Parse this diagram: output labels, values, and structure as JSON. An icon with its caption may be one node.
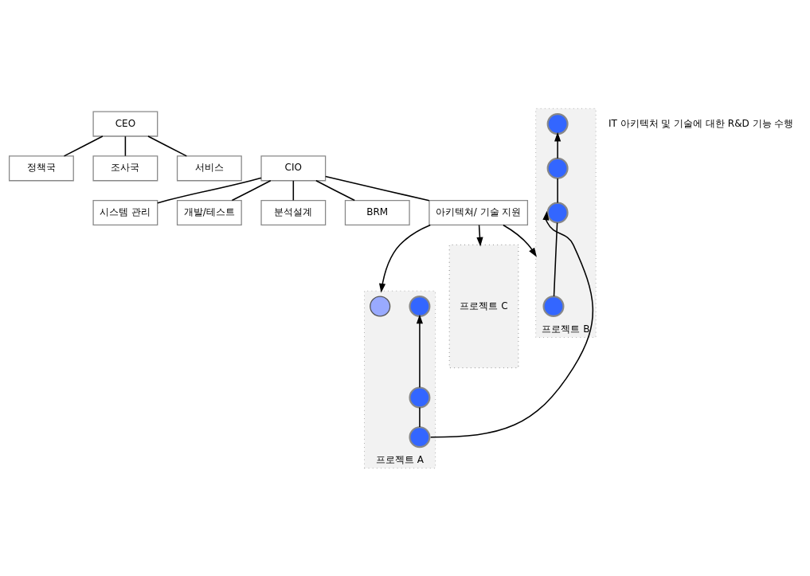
{
  "diagram": {
    "nodes": [
      {
        "text": [
          "CEO"
        ]
      },
      {
        "text": [
          "정책국"
        ]
      },
      {
        "text": [
          "조사국"
        ]
      },
      {
        "text": [
          "서비스"
        ]
      },
      {
        "text": [
          "CIO"
        ]
      },
      {
        "text": [
          "시스템 관리"
        ]
      },
      {
        "text": [
          "개발/테스트"
        ]
      },
      {
        "text": [
          "분석설계"
        ]
      },
      {
        "text": [
          "BRM"
        ]
      },
      {
        "text": [
          "아키텍쳐/ 기술 지원"
        ]
      },
      {
        "text": [
          "프로젝트 A"
        ]
      },
      {
        "text": [],
        "shape": "circle",
        "in": 10
      },
      {
        "text": [],
        "shape": "circle",
        "in": 10
      },
      {
        "text": [],
        "shape": "circle",
        "in": 10
      },
      {
        "text": [],
        "shape": "circle",
        "in": 10
      },
      {
        "text": [
          "프로젝트 B"
        ]
      },
      {
        "text": [],
        "shape": "circle",
        "in": 15
      },
      {
        "text": [],
        "shape": "circle",
        "in": 15
      },
      {
        "text": [],
        "shape": "circle",
        "in": 15
      },
      {
        "text": [],
        "shape": "circle",
        "in": 15
      },
      {
        "text": [
          "프로젝트 C"
        ]
      }
    ],
    "edges": [
      {
        "from": 0,
        "to": 1,
        "arrow": "none"
      },
      {
        "from": 0,
        "to": 2,
        "arrow": "none"
      },
      {
        "from": 0,
        "to": 3,
        "arrow": "none"
      },
      {
        "from": 4,
        "to": 5,
        "arrow": "none"
      },
      {
        "from": 4,
        "to": 6,
        "arrow": "none"
      },
      {
        "from": 4,
        "to": 7,
        "arrow": "none"
      },
      {
        "from": 4,
        "to": 8,
        "arrow": "none"
      },
      {
        "from": 4,
        "to": 9,
        "arrow": "none"
      },
      {
        "from": 12,
        "to": 11,
        "arrow": "to"
      },
      {
        "from": 13,
        "to": 12,
        "arrow": "none"
      },
      {
        "from": 13,
        "to": 18,
        "arrow": "to"
      },
      {
        "from": 17,
        "to": 16,
        "arrow": "to"
      },
      {
        "from": 18,
        "to": 17,
        "arrow": "none"
      },
      {
        "from": 19,
        "to": 18,
        "arrow": "none"
      },
      {
        "from": 9,
        "to": 10,
        "arrow": "to"
      },
      {
        "from": 9,
        "to": 15,
        "arrow": "to"
      },
      {
        "from": 9,
        "to": 20,
        "arrow": "to"
      }
    ],
    "labels": [
      "IT 아키텍처 및 기술에 대한 R&D 기능 수행"
    ]
  }
}
